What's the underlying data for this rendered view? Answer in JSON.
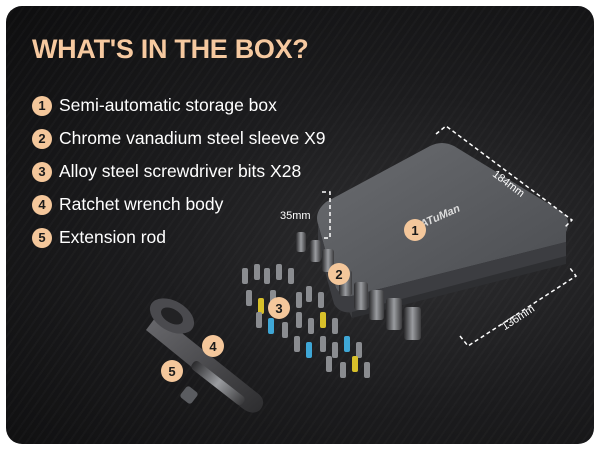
{
  "heading": "WHAT'S IN THE BOX?",
  "items": [
    {
      "number": "1",
      "label": "Semi-automatic storage box"
    },
    {
      "number": "2",
      "label": "Chrome vanadium steel sleeve X9"
    },
    {
      "number": "3",
      "label": "Alloy steel screwdriver bits X28"
    },
    {
      "number": "4",
      "label": "Ratchet wrench body"
    },
    {
      "number": "5",
      "label": "Extension rod"
    }
  ],
  "dimensions": {
    "width": "184mm",
    "height": "35mm",
    "depth": "136mm"
  },
  "brand_logo": "ATuMan",
  "colors": {
    "accent": "#f4c79b",
    "heading": "#f6c9a0",
    "background": "#1c1c1e",
    "box": "#5a5c60"
  }
}
